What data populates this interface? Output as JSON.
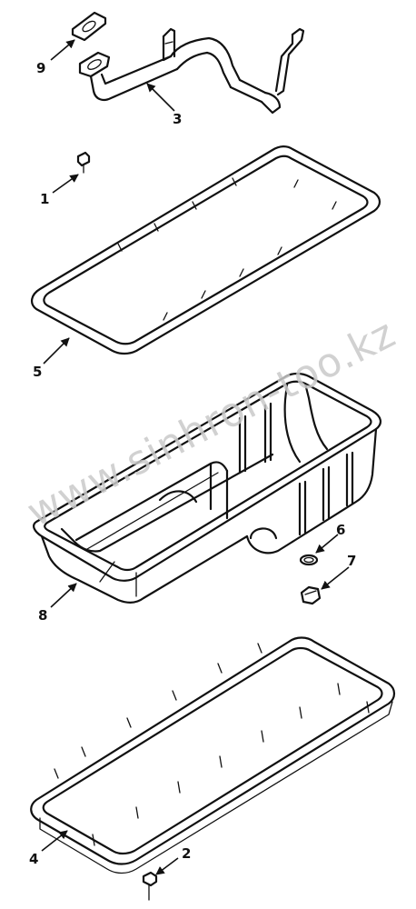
{
  "diagram": {
    "watermark": "www.sinhron-too.kz",
    "callouts": [
      {
        "id": "9",
        "text": "9"
      },
      {
        "id": "3",
        "text": "3"
      },
      {
        "id": "1",
        "text": "1"
      },
      {
        "id": "5",
        "text": "5"
      },
      {
        "id": "8",
        "text": "8"
      },
      {
        "id": "6",
        "text": "6"
      },
      {
        "id": "7",
        "text": "7"
      },
      {
        "id": "4",
        "text": "4"
      },
      {
        "id": "2",
        "text": "2"
      }
    ]
  },
  "colors": {
    "line": "#111111",
    "background": "#ffffff",
    "watermark": "#c9c9c9"
  }
}
